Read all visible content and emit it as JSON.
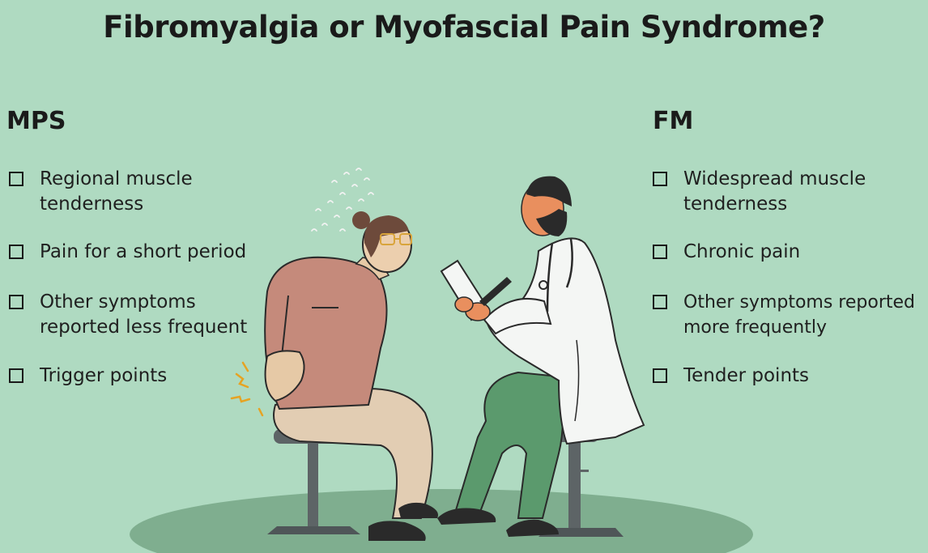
{
  "title": "Fibromyalgia or Myofascial Pain Syndrome?",
  "left": {
    "heading": "MPS",
    "items": [
      {
        "line1": "Regional muscle",
        "line2": "tenderness"
      },
      {
        "line1": "Pain for a short period",
        "line2": ""
      },
      {
        "line1": "Other symptoms",
        "line2": "reported less frequent"
      },
      {
        "line1": "Trigger points",
        "line2": ""
      }
    ]
  },
  "right": {
    "heading": "FM",
    "items": [
      {
        "line1": "Widespread muscle",
        "line2": "tenderness"
      },
      {
        "line1": "Chronic pain",
        "line2": ""
      },
      {
        "line1": "Other symptoms reported",
        "line2": "more frequently"
      },
      {
        "line1": "Tender points",
        "line2": ""
      }
    ]
  },
  "colors": {
    "background": "#afdac1",
    "floor": "#7fae8f",
    "patient_shirt": "#c58a7b",
    "patient_pants": "#e2cdb3",
    "doctor_coat": "#f4f6f4",
    "doctor_pants": "#5b9a6d",
    "stool": "#5d6466"
  },
  "icons": {
    "checkbox": "checkbox-icon",
    "patient": "patient-illustration",
    "doctor": "doctor-illustration"
  }
}
